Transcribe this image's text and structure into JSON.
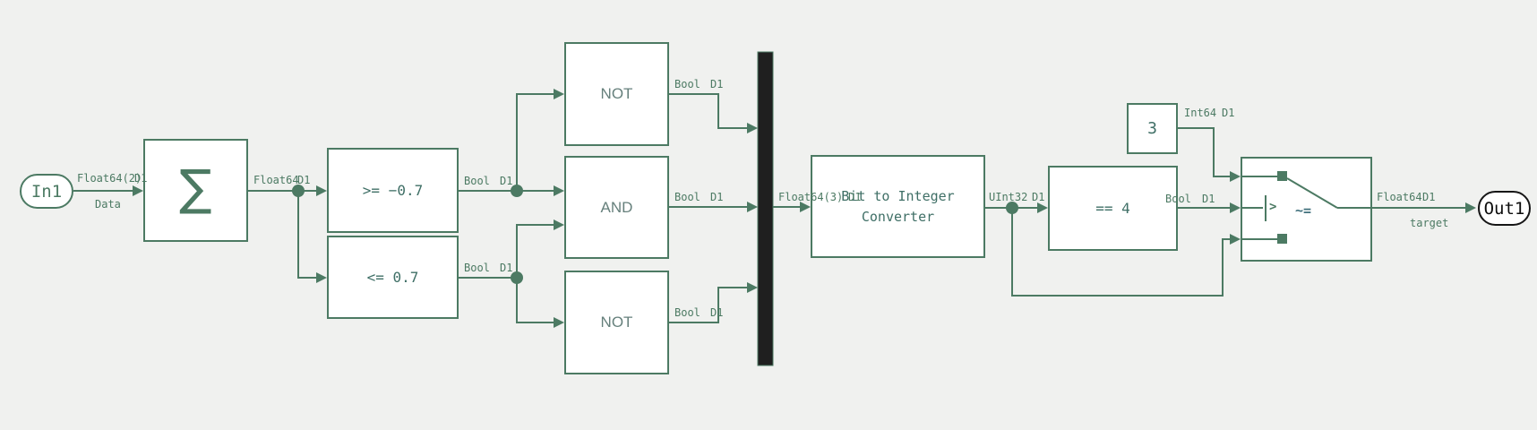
{
  "colors": {
    "accent": "#4c7a63",
    "block_text": "#3f6f66",
    "logic_text": "#66807c",
    "mux_fill": "#1f1f1f",
    "outport_border": "#161616",
    "background": "#f0f1ef",
    "block_fill": "#ffffff"
  },
  "blocks": {
    "in1": {
      "label": "In1"
    },
    "sum": {
      "symbol": "∑"
    },
    "compare_upper": {
      "label": ">= −0.7"
    },
    "compare_lower": {
      "label": "<= 0.7"
    },
    "not_upper": {
      "label": "NOT"
    },
    "and_gate": {
      "label": "AND"
    },
    "not_lower": {
      "label": "NOT"
    },
    "bit_to_integer": {
      "line1": "Bit to Integer",
      "line2": "Converter"
    },
    "equals": {
      "label": "== 4"
    },
    "constant": {
      "label": "3"
    },
    "switch": {
      "criteria_label": "~=",
      "threshold_glyph": ">"
    },
    "out1": {
      "label": "Out1"
    }
  },
  "wire_labels": {
    "in1_out": {
      "type": "Float64(2)",
      "rate": "D1",
      "name": "Data"
    },
    "sum_out": {
      "type": "Float64",
      "rate": "D1"
    },
    "compare_upper_out": {
      "type": "Bool",
      "rate": "D1"
    },
    "compare_lower_out": {
      "type": "Bool",
      "rate": "D1"
    },
    "not_upper_out": {
      "type": "Bool",
      "rate": "D1"
    },
    "and_out": {
      "type": "Bool",
      "rate": "D1"
    },
    "not_lower_out": {
      "type": "Bool",
      "rate": "D1"
    },
    "mux_out": {
      "type": "Float64(3)",
      "rate": "D1"
    },
    "converter_out": {
      "type": "UInt32",
      "rate": "D1"
    },
    "equals_out": {
      "type": "Bool",
      "rate": "D1"
    },
    "constant_out": {
      "type": "Int64",
      "rate": "D1"
    },
    "switch_out": {
      "type": "Float64",
      "rate": "D1",
      "name": "target"
    }
  }
}
